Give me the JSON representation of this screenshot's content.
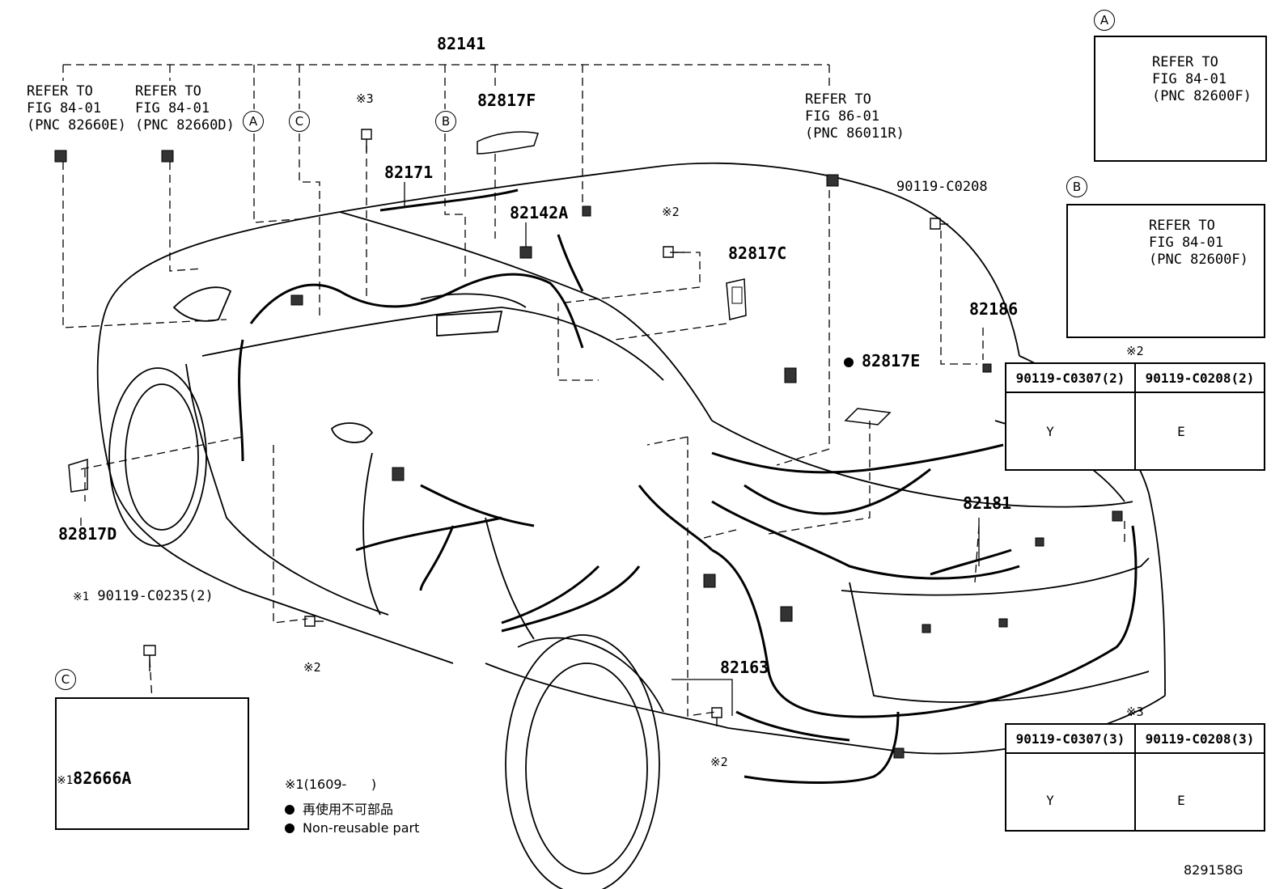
{
  "labels": {
    "p82141": "82141",
    "p82817F": "82817F",
    "p82171": "82171",
    "p82142A": "82142A",
    "p82817C": "82817C",
    "p82186": "82186",
    "p82817E": "82817E",
    "p82181": "82181",
    "p82163": "82163",
    "p82817D": "82817D",
    "p82666A": "82666A",
    "p90119_C0208": "90119-C0208",
    "p90119_C0235": "90119-C0235(2)"
  },
  "refs": {
    "ref1": "REFER TO\nFIG 84-01\n(PNC 82660E)",
    "ref2": "REFER TO\nFIG 84-01\n(PNC 82660D)",
    "ref3": "REFER TO\nFIG 86-01\n(PNC 86011R)",
    "refA": "REFER TO\nFIG 84-01\n(PNC 82600F)",
    "refB": "REFER TO\nFIG 84-01\n(PNC 82600F)"
  },
  "callouts": {
    "a": "A",
    "b": "B",
    "c": "C"
  },
  "marks": {
    "m1": "※1",
    "m2": "※2",
    "m3": "※3"
  },
  "tables": {
    "t2": {
      "mark": "※2",
      "col1": "90119-C0307(2)",
      "col2": "90119-C0208(2)",
      "glyph1": "Y",
      "glyph2": "E"
    },
    "t3": {
      "mark": "※3",
      "col1": "90119-C0307(3)",
      "col2": "90119-C0208(3)",
      "glyph1": "Y",
      "glyph2": "E"
    }
  },
  "legend": {
    "period": "※1(1609-      )",
    "jp": "再使用不可部品",
    "en": "Non-reusable part"
  },
  "figure_code": "829158G",
  "colors": {
    "ink": "#000000",
    "paper": "#ffffff"
  }
}
